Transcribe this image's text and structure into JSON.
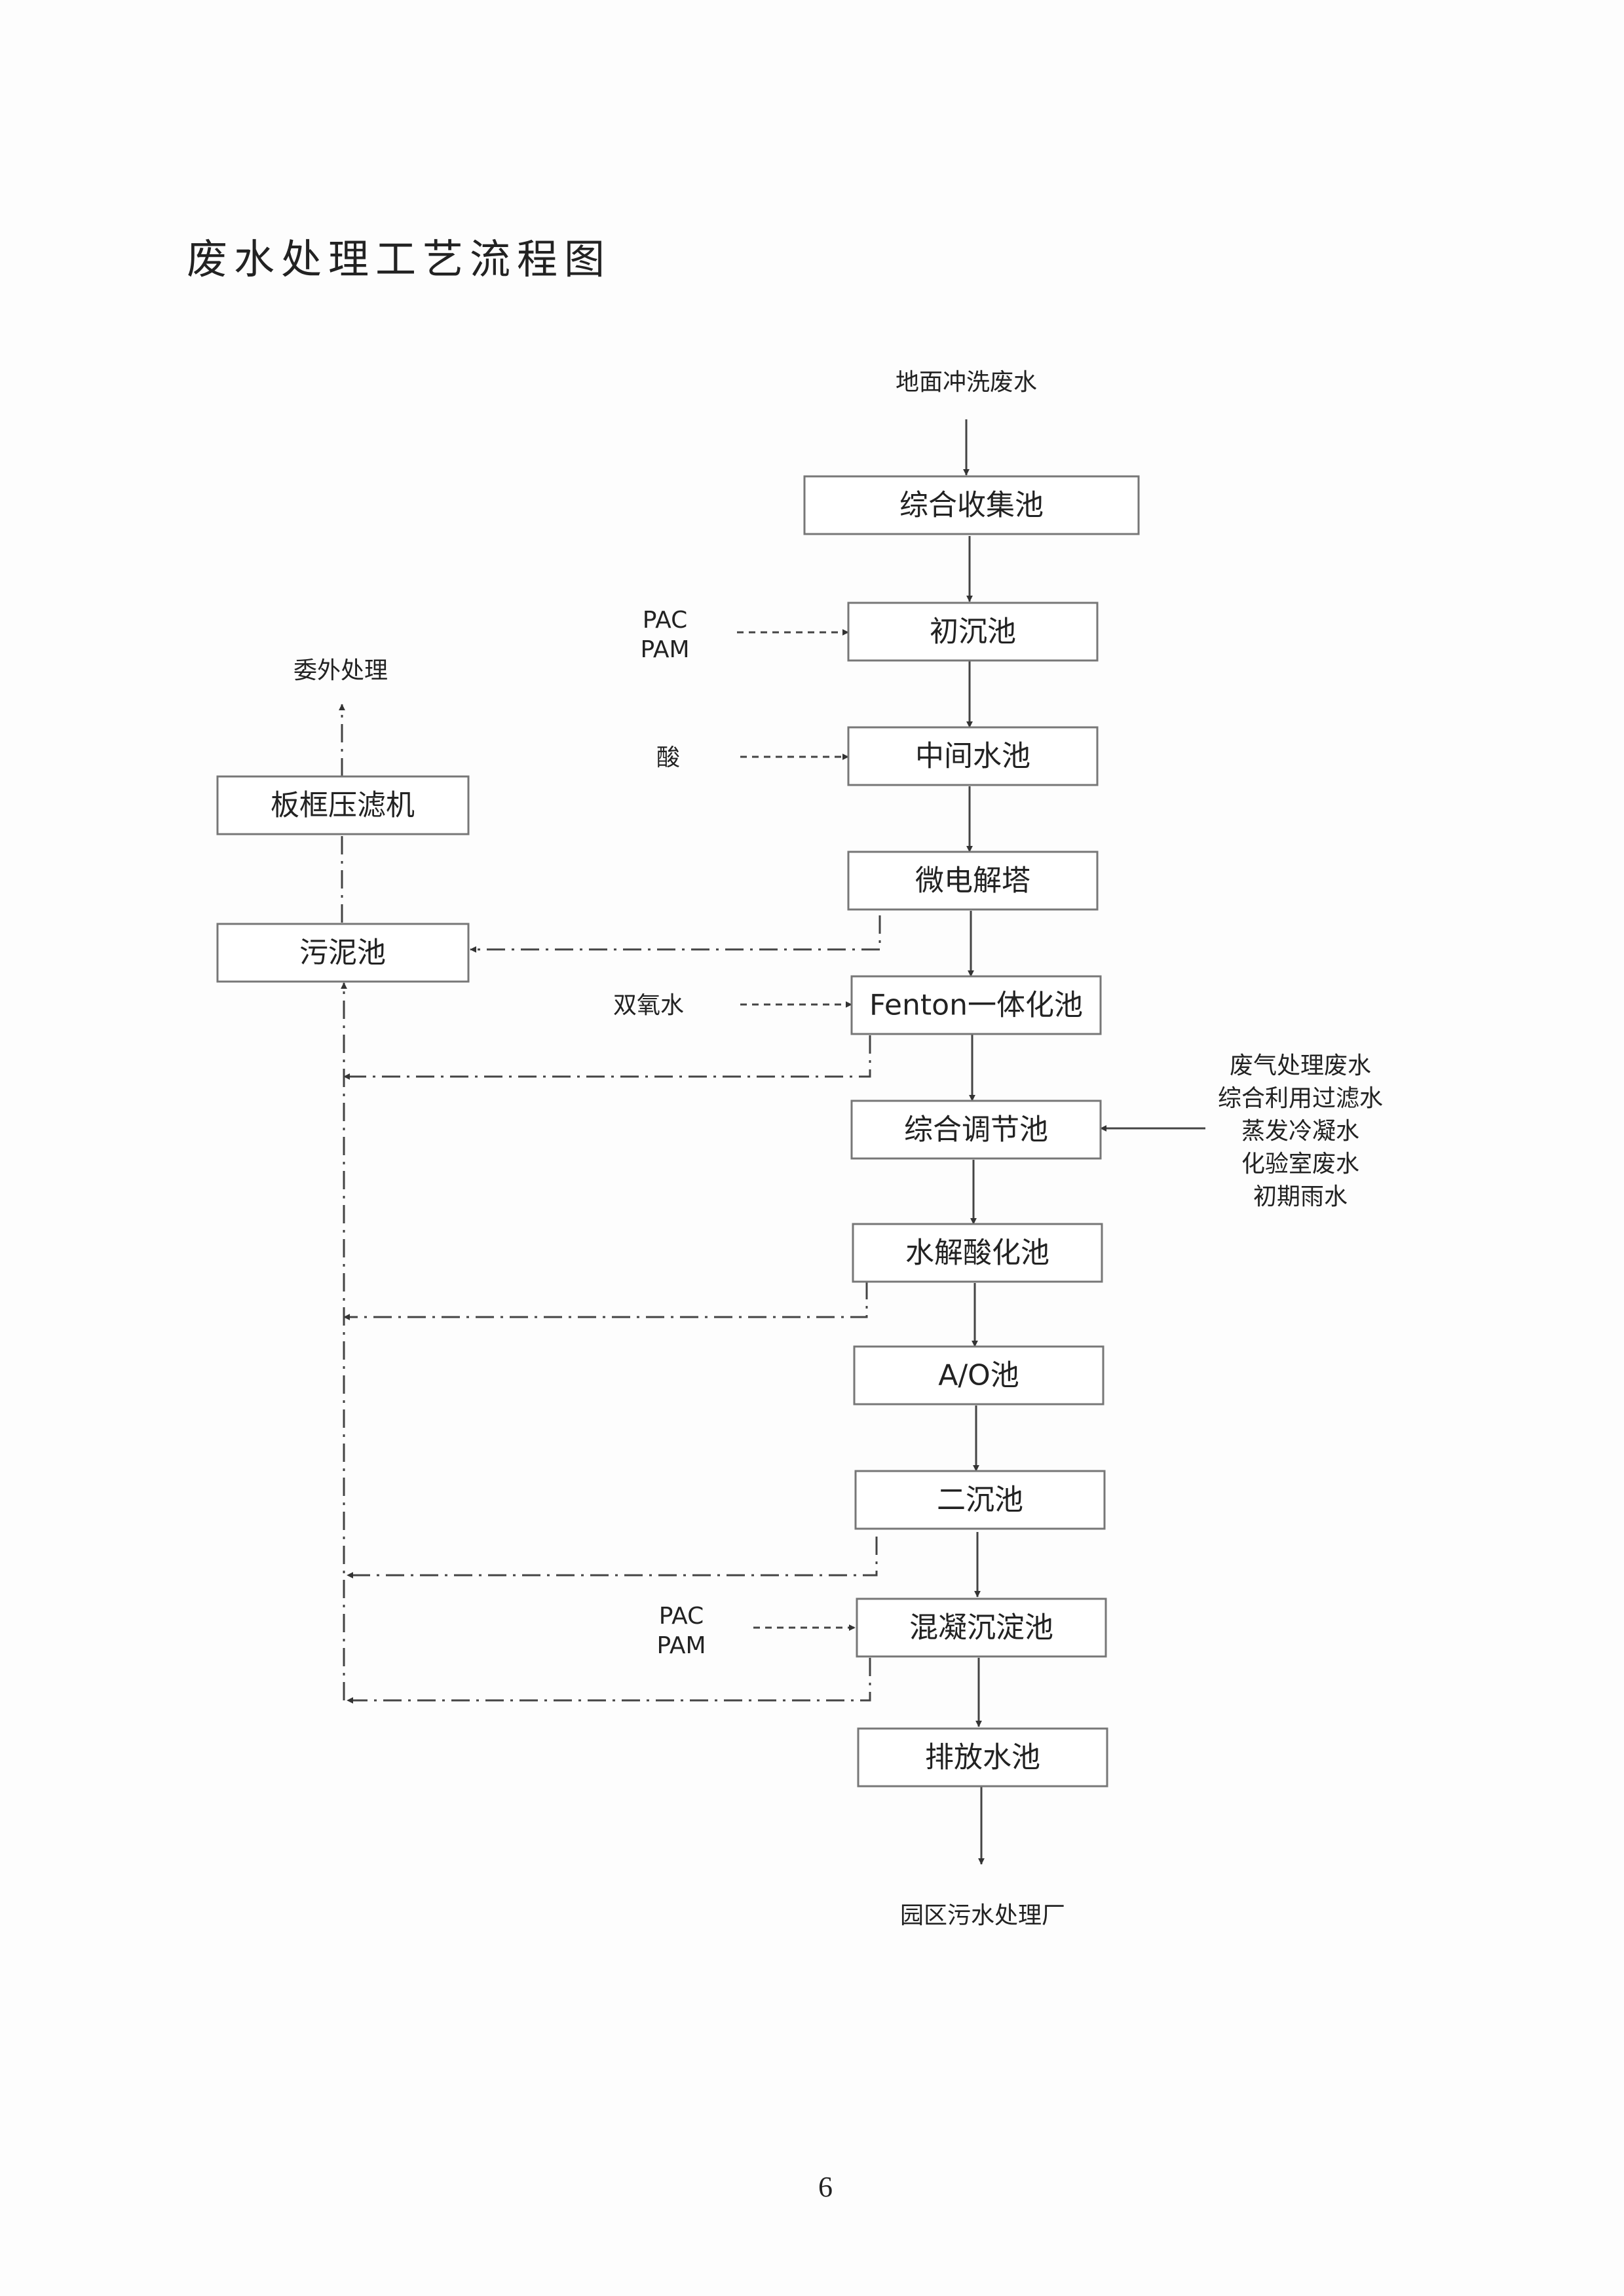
{
  "title": "废水处理工艺流程图",
  "page_number": "6",
  "source": "地面冲洗废水",
  "outlet": "园区污水处理厂",
  "sludge_out": "委外处理",
  "boxes": {
    "collect": "综合收集池",
    "primary": "初沉池",
    "intermediate": "中间水池",
    "micro": "微电解塔",
    "fenton": "Fenton一体化池",
    "regulate": "综合调节池",
    "hydrolysis": "水解酸化池",
    "ao": "A/O池",
    "secondary": "二沉池",
    "coag": "混凝沉淀池",
    "discharge": "排放水池",
    "sludge": "污泥池",
    "press": "板框压滤机"
  },
  "inputs": {
    "pac1": "PAC",
    "pam1": "PAM",
    "acid": "酸",
    "h2o2": "双氧水",
    "pac2": "PAC",
    "pam2": "PAM"
  },
  "side_inflows": [
    "废气处理废水",
    "综合利用过滤水",
    "蒸发冷凝水",
    "化验室废水",
    "初期雨水"
  ]
}
